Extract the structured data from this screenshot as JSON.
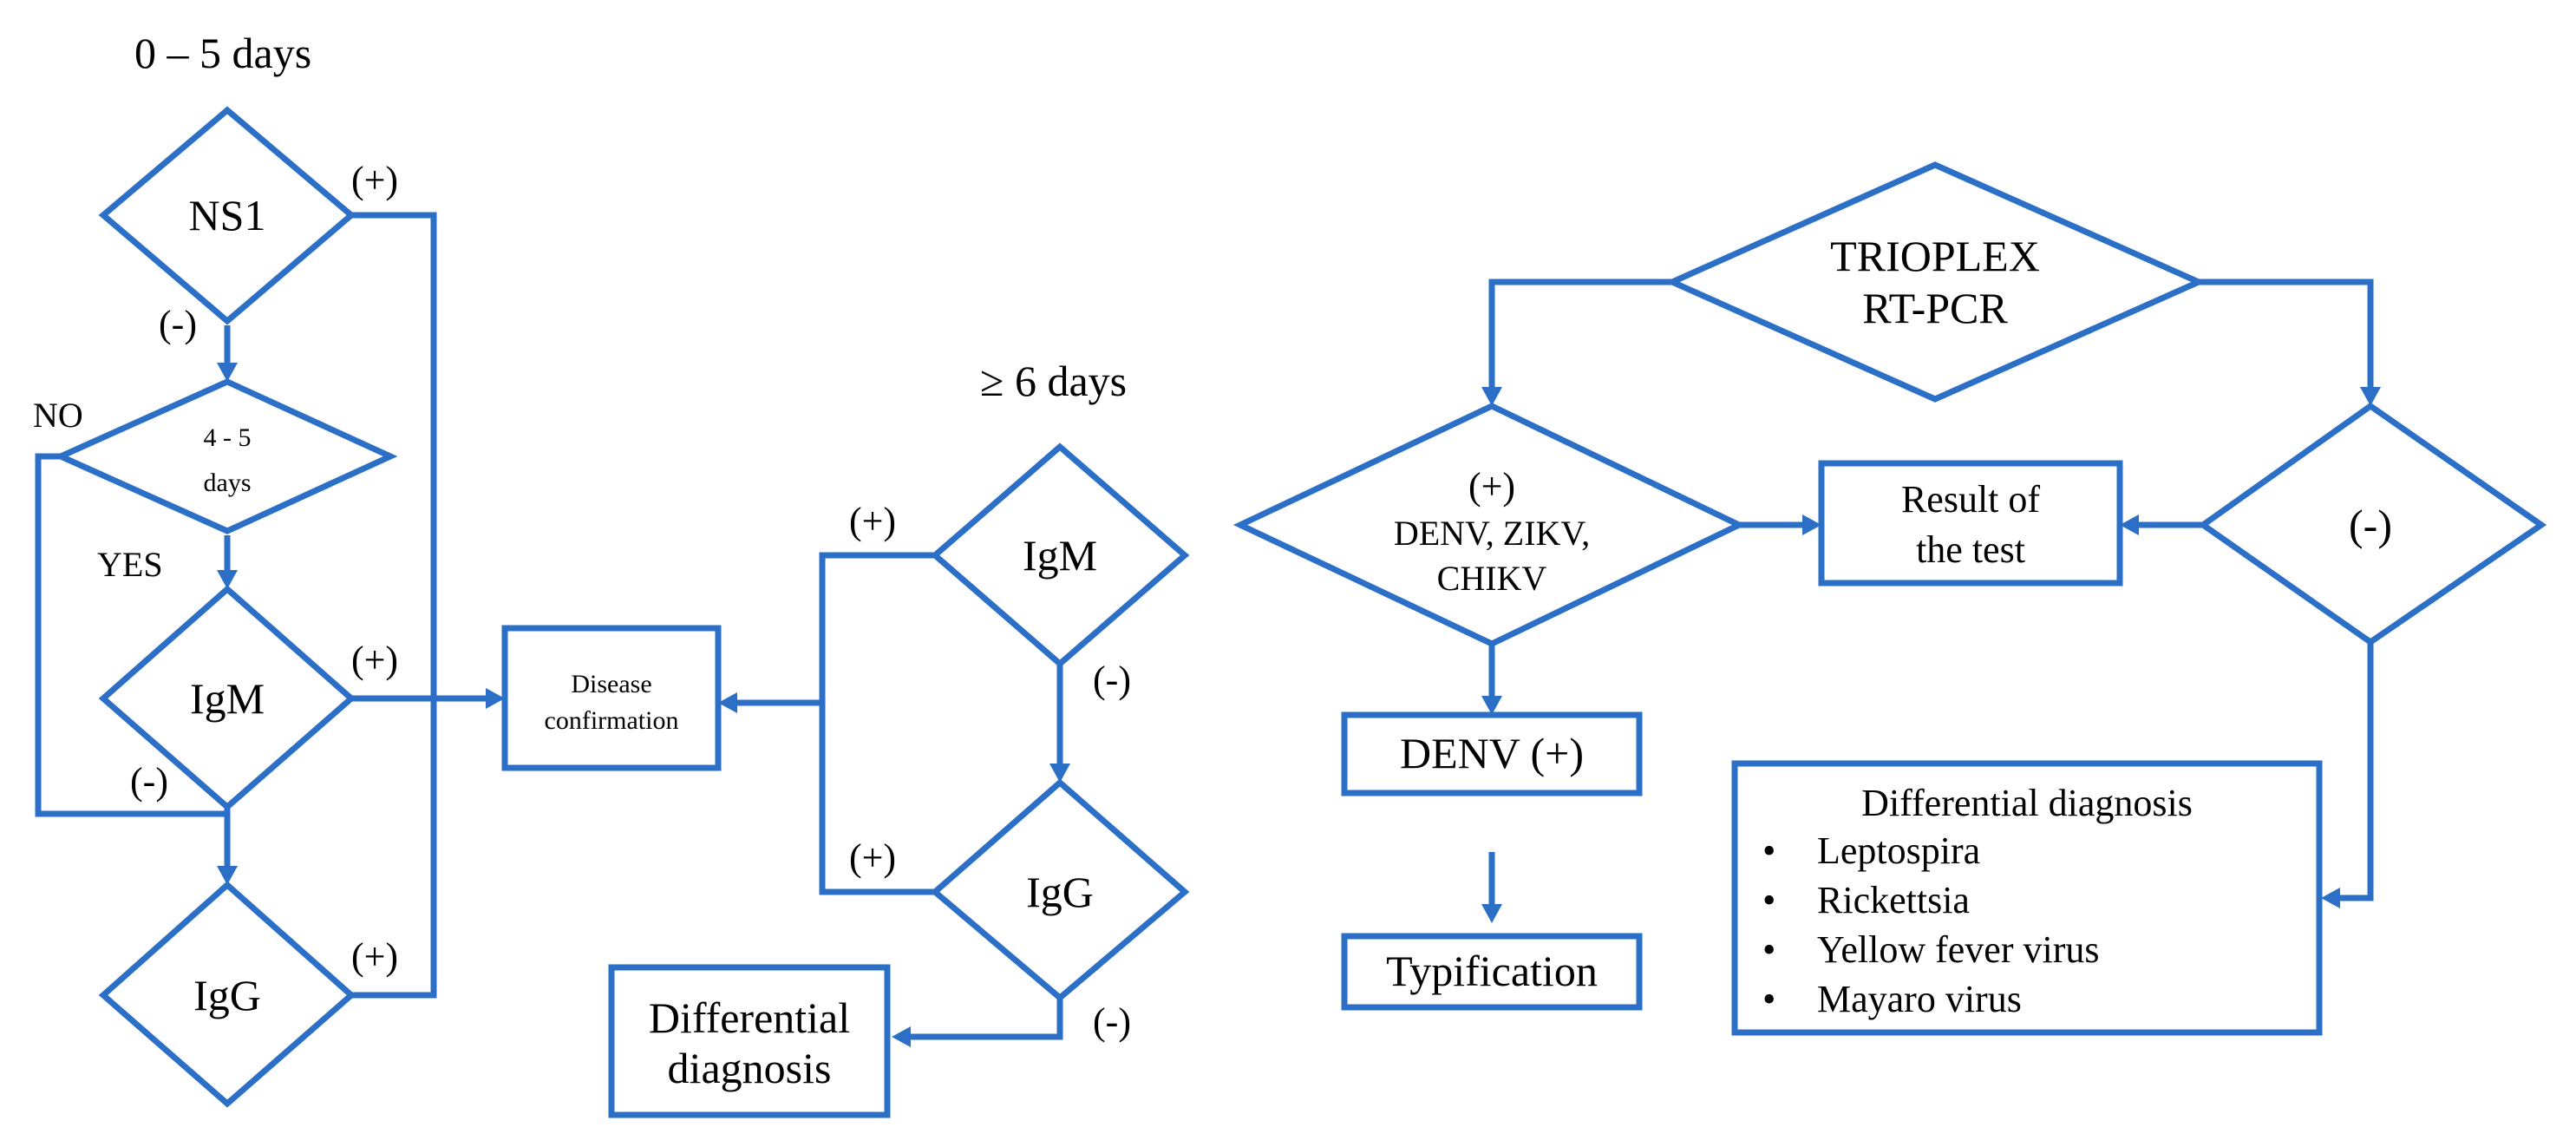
{
  "colors": {
    "stroke": "#2b6fc7",
    "text": "#000000",
    "background": "#ffffff"
  },
  "left_panel": {
    "header": "0 – 5 days",
    "ns1": {
      "label": "NS1",
      "pos": "(+)",
      "neg": "(-)"
    },
    "days_check": {
      "line1": "4 - 5",
      "line2": "days",
      "no": "NO",
      "yes": "YES"
    },
    "igm": {
      "label": "IgM",
      "pos": "(+)",
      "neg": "(-)"
    },
    "igg": {
      "label": "IgG",
      "pos": "(+)"
    }
  },
  "center": {
    "disease_confirmation": {
      "line1": "Disease",
      "line2": "confirmation"
    }
  },
  "middle_panel": {
    "header": "≥ 6 days",
    "igm": {
      "label": "IgM",
      "pos": "(+)",
      "neg": "(-)"
    },
    "igg": {
      "label": "IgG",
      "pos": "(+)",
      "neg": "(-)"
    },
    "differential": {
      "line1": "Differential",
      "line2": "diagnosis"
    }
  },
  "right_panel": {
    "trioplex": {
      "line1": "TRIOPLEX",
      "line2": "RT-PCR"
    },
    "positive": {
      "line1": "(+)",
      "line2": "DENV, ZIKV,",
      "line3": "CHIKV"
    },
    "negative": {
      "label": "(-)"
    },
    "result": {
      "line1": "Result of",
      "line2": "the test"
    },
    "denv": "DENV (+)",
    "typification": "Typification",
    "differential": {
      "title": "Differential diagnosis",
      "bullet": "•",
      "items": [
        "Leptospira",
        "Rickettsia",
        "Yellow fever virus",
        "Mayaro virus"
      ]
    }
  }
}
